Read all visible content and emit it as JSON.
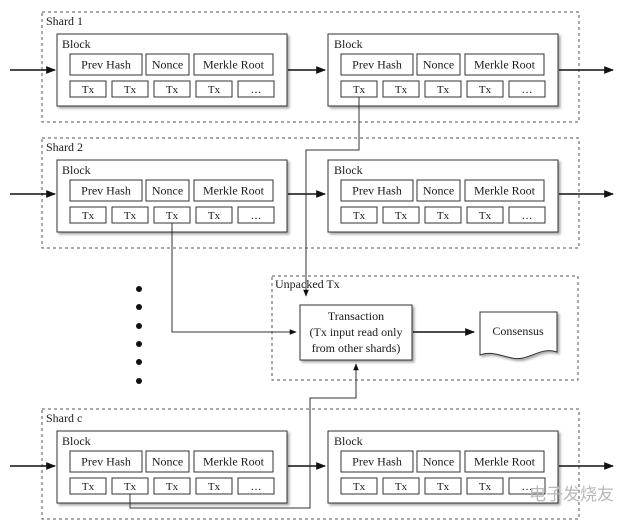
{
  "shards": [
    {
      "label": "Shard 1"
    },
    {
      "label": "Shard 2"
    },
    {
      "label": "Shard c"
    }
  ],
  "block": {
    "label": "Block",
    "prev_hash": "Prev Hash",
    "nonce": "Nonce",
    "merkle_root": "Merkle Root",
    "tx": "Tx",
    "ellipsis": "…"
  },
  "unpacked": {
    "label": "Unpacked Tx",
    "transaction_lines": [
      "Transaction",
      "(Tx input read only",
      "from other shards)"
    ],
    "consensus": "Consensus"
  },
  "watermark": "电子发烧友"
}
